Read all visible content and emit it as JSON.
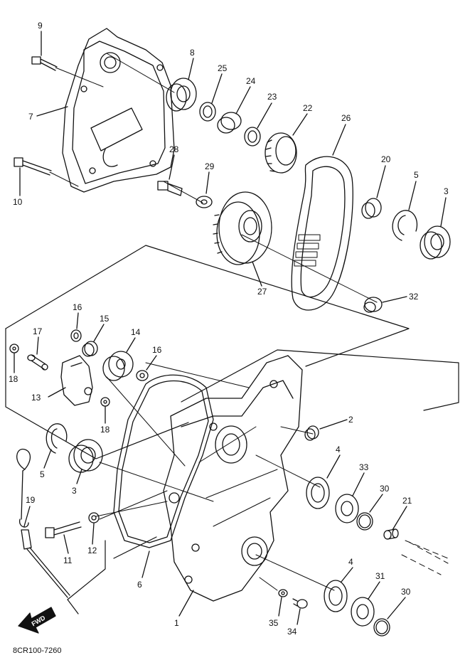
{
  "drawing_code": "8CR100-7260",
  "direction_label": "FWD",
  "callouts": [
    {
      "id": "c1",
      "text": "1"
    },
    {
      "id": "c2",
      "text": "2"
    },
    {
      "id": "c3a",
      "text": "3"
    },
    {
      "id": "c3b",
      "text": "3"
    },
    {
      "id": "c4a",
      "text": "4"
    },
    {
      "id": "c4b",
      "text": "4"
    },
    {
      "id": "c5a",
      "text": "5"
    },
    {
      "id": "c5b",
      "text": "5"
    },
    {
      "id": "c6",
      "text": "6"
    },
    {
      "id": "c7",
      "text": "7"
    },
    {
      "id": "c8",
      "text": "8"
    },
    {
      "id": "c9",
      "text": "9"
    },
    {
      "id": "c10",
      "text": "10"
    },
    {
      "id": "c11",
      "text": "11"
    },
    {
      "id": "c12",
      "text": "12"
    },
    {
      "id": "c13",
      "text": "13"
    },
    {
      "id": "c14",
      "text": "14"
    },
    {
      "id": "c15",
      "text": "15"
    },
    {
      "id": "c16a",
      "text": "16"
    },
    {
      "id": "c16b",
      "text": "16"
    },
    {
      "id": "c17",
      "text": "17"
    },
    {
      "id": "c18a",
      "text": "18"
    },
    {
      "id": "c18b",
      "text": "18"
    },
    {
      "id": "c19",
      "text": "19"
    },
    {
      "id": "c20",
      "text": "20"
    },
    {
      "id": "c21",
      "text": "21"
    },
    {
      "id": "c22",
      "text": "22"
    },
    {
      "id": "c23",
      "text": "23"
    },
    {
      "id": "c24",
      "text": "24"
    },
    {
      "id": "c25",
      "text": "25"
    },
    {
      "id": "c26",
      "text": "26"
    },
    {
      "id": "c27",
      "text": "27"
    },
    {
      "id": "c28",
      "text": "28"
    },
    {
      "id": "c29",
      "text": "29"
    },
    {
      "id": "c30a",
      "text": "30"
    },
    {
      "id": "c30b",
      "text": "30"
    },
    {
      "id": "c31",
      "text": "31"
    },
    {
      "id": "c32",
      "text": "32"
    },
    {
      "id": "c33",
      "text": "33"
    },
    {
      "id": "c34",
      "text": "34"
    },
    {
      "id": "c35",
      "text": "35"
    }
  ]
}
